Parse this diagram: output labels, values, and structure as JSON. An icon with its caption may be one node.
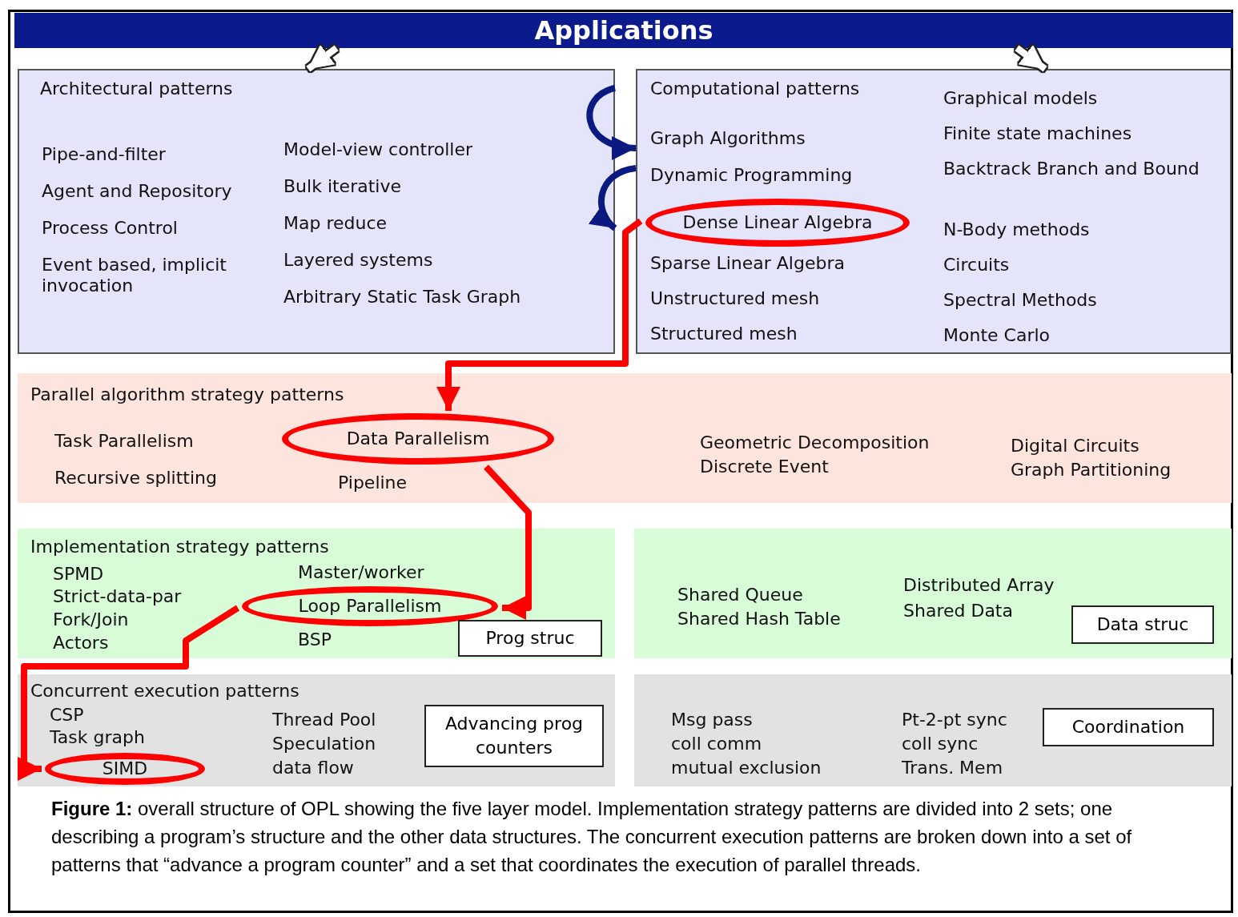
{
  "diagram": {
    "caption": "**Figure 1:** overall structure of OPL showing the five layer model.  Implementation strategy patterns are divided into 2 sets; one describing a program’s structure and the other data structures.  The concurrent execution patterns are broken down into a set of patterns that “advance a program counter” and a set that coordinates the execution of parallel threads.",
    "nodes": [
      {
        "text": [
          "Applications"
        ]
      },
      {
        "text": [
          "Architectural patterns",
          "Pipe-and-filter",
          "Agent and Repository",
          "Process Control",
          "Event based, implicit invocation",
          "Model-view controller",
          "Bulk iterative",
          "Map reduce",
          "Layered systems",
          "Arbitrary Static Task Graph"
        ]
      },
      {
        "text": [
          "Computational patterns",
          "Graph Algorithms",
          "Dynamic Programming",
          "Sparse Linear Algebra",
          "Unstructured mesh",
          "Structured mesh",
          "Graphical models",
          "Finite state machines",
          "Backtrack Branch and Bound",
          "N-Body methods",
          "Circuits",
          "Spectral Methods",
          "Monte Carlo"
        ]
      },
      {
        "text": [
          "Dense Linear Algebra"
        ],
        "in": 2
      },
      {
        "text": [
          "Parallel algorithm strategy patterns",
          "Task Parallelism",
          "Recursive splitting",
          "Pipeline",
          "Geometric Decomposition",
          "Discrete Event",
          "Digital Circuits",
          "Graph Partitioning"
        ]
      },
      {
        "text": [
          "Data Parallelism"
        ],
        "in": 4
      },
      {
        "text": [
          "Implementation strategy patterns",
          "SPMD",
          "Strict-data-par",
          "Fork/Join",
          "Actors",
          "Master/worker",
          "BSP"
        ]
      },
      {
        "text": [
          "Loop Parallelism"
        ],
        "in": 6
      },
      {
        "text": [
          "Prog struc"
        ],
        "in": 6
      },
      {
        "text": [
          "Shared Queue",
          "Shared Hash Table",
          "Distributed Array",
          "Shared Data"
        ]
      },
      {
        "text": [
          "Data struc"
        ],
        "in": 9
      },
      {
        "text": [
          "Concurrent execution patterns",
          "CSP",
          "Task graph",
          "Thread Pool",
          "Speculation",
          "data flow"
        ]
      },
      {
        "text": [
          "SIMD"
        ],
        "in": 11
      },
      {
        "text": [
          "Advancing prog counters"
        ],
        "in": 11
      },
      {
        "text": [
          "Msg pass",
          "coll comm",
          "mutual exclusion",
          "Pt-2-pt sync",
          "coll sync",
          "Trans. Mem"
        ]
      },
      {
        "text": [
          "Coordination"
        ],
        "in": 14
      }
    ],
    "edges": [
      {
        "from": 0,
        "to": 1,
        "arrow": "to",
        "color": "#ffffff"
      },
      {
        "from": 0,
        "to": 2,
        "arrow": "to",
        "color": "#ffffff"
      },
      {
        "from": 1,
        "to": 2,
        "arrow": "to",
        "color": "#0a1a80"
      },
      {
        "from": 2,
        "to": 1,
        "arrow": "to",
        "color": "#0a1a80"
      },
      {
        "from": 3,
        "to": 5,
        "arrow": "to",
        "color": "#ff0000"
      },
      {
        "from": 5,
        "to": 7,
        "arrow": "to",
        "color": "#ff0000"
      },
      {
        "from": 7,
        "to": 12,
        "arrow": "to",
        "color": "#ff0000"
      }
    ]
  }
}
